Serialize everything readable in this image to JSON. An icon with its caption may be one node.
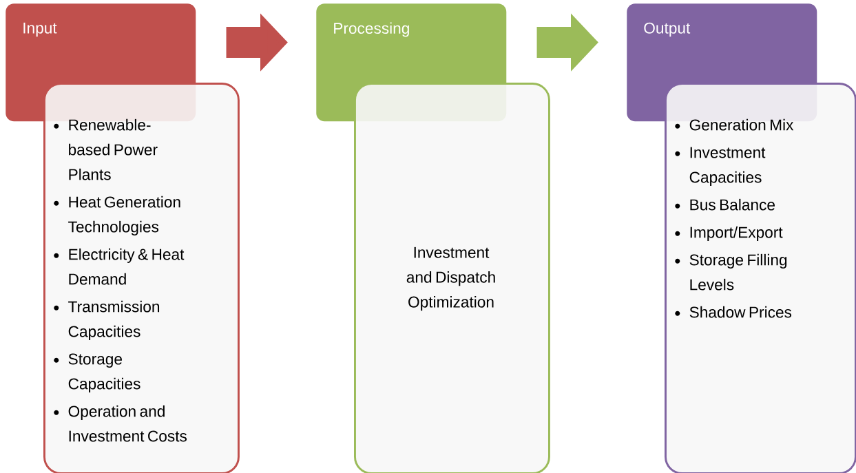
{
  "diagram": {
    "nodes": [
      {
        "text": [
          "Input"
        ]
      },
      {
        "text": [
          "Renewable-based Power Plants",
          "Heat Generation Technologies",
          "Electricity & Heat Demand",
          "Transmission Capacities",
          "Storage Capacities",
          "Operation and Investment Costs"
        ]
      },
      {
        "text": [
          "Processing"
        ]
      },
      {
        "text": [
          "Investment and Dispatch Optimization"
        ]
      },
      {
        "text": [
          "Output"
        ]
      },
      {
        "text": [
          "Generation Mix",
          "Investment Capacities",
          "Bus Balance",
          "Import/Export",
          "Storage Filling Levels",
          "Shadow Prices"
        ]
      }
    ],
    "edges": [
      {
        "from": 0,
        "to": 2,
        "arrow": "to",
        "color": "#c0504d"
      },
      {
        "from": 2,
        "to": 4,
        "arrow": "to",
        "color": "#9bbb59"
      }
    ]
  }
}
